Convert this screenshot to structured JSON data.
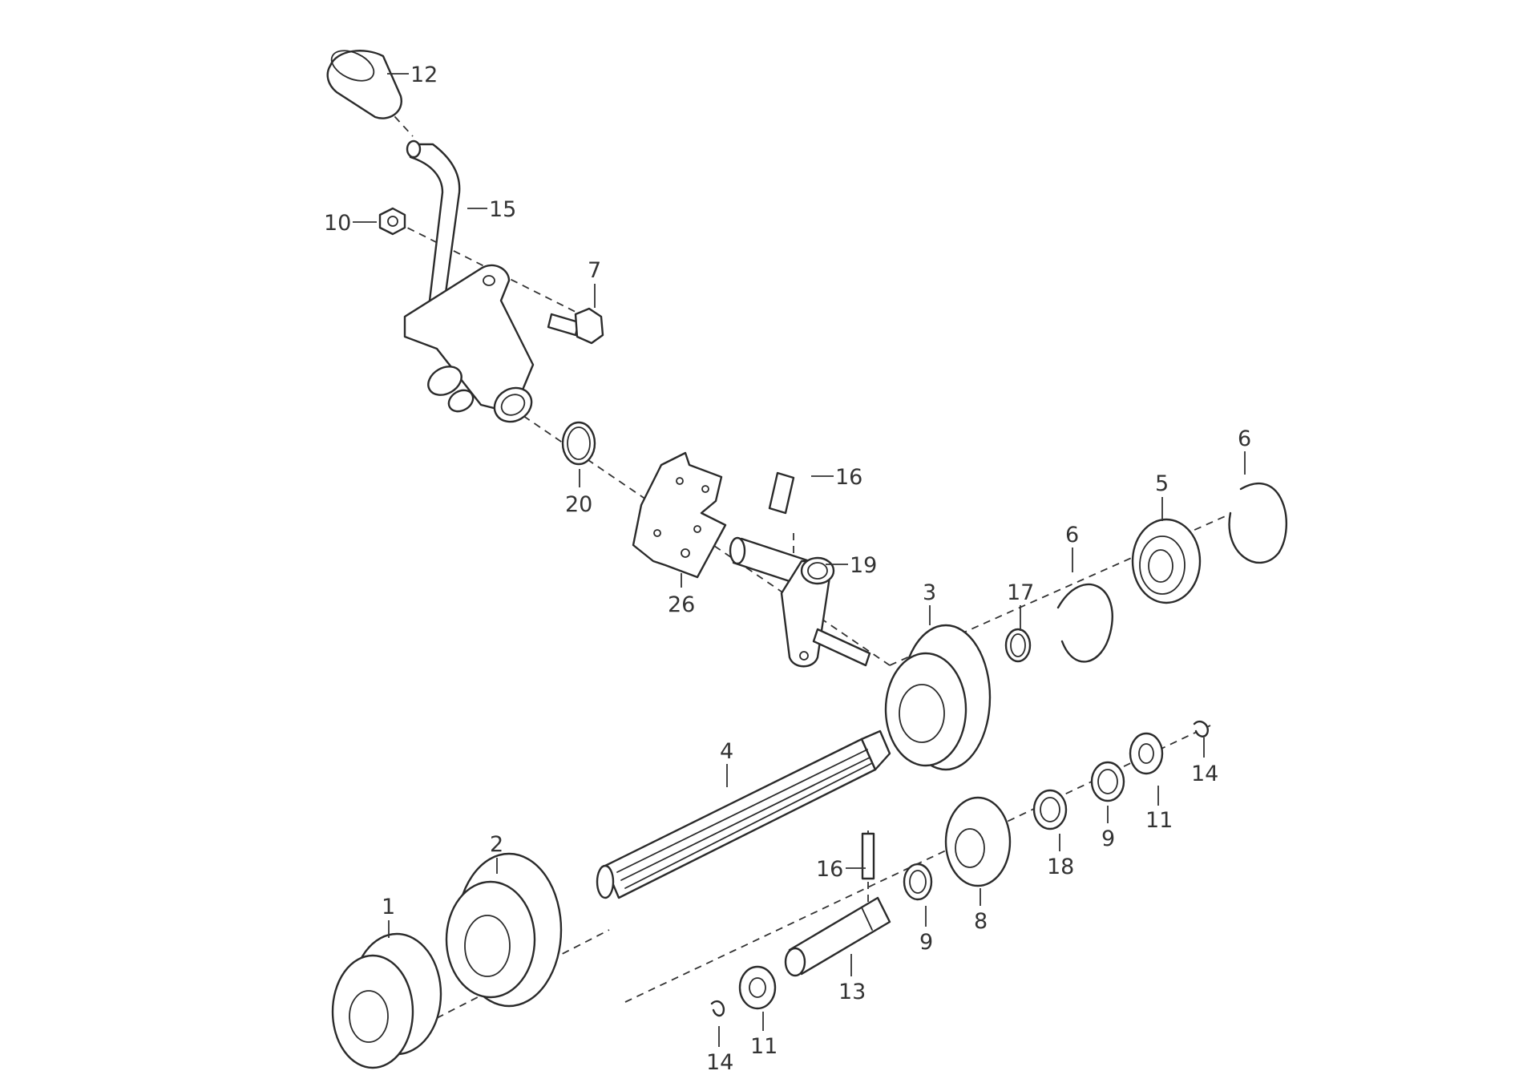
{
  "diagram": {
    "callouts": [
      {
        "id": "c12",
        "label": "12"
      },
      {
        "id": "c15",
        "label": "15"
      },
      {
        "id": "c10",
        "label": "10"
      },
      {
        "id": "c7",
        "label": "7"
      },
      {
        "id": "c20",
        "label": "20"
      },
      {
        "id": "c26",
        "label": "26"
      },
      {
        "id": "c16a",
        "label": "16"
      },
      {
        "id": "c19",
        "label": "19"
      },
      {
        "id": "c3",
        "label": "3"
      },
      {
        "id": "c17",
        "label": "17"
      },
      {
        "id": "c6a",
        "label": "6"
      },
      {
        "id": "c5",
        "label": "5"
      },
      {
        "id": "c6b",
        "label": "6"
      },
      {
        "id": "c4",
        "label": "4"
      },
      {
        "id": "c14a",
        "label": "14"
      },
      {
        "id": "c11a",
        "label": "11"
      },
      {
        "id": "c9a",
        "label": "9"
      },
      {
        "id": "c18",
        "label": "18"
      },
      {
        "id": "c8",
        "label": "8"
      },
      {
        "id": "c9b",
        "label": "9"
      },
      {
        "id": "c16b",
        "label": "16"
      },
      {
        "id": "c13",
        "label": "13"
      },
      {
        "id": "c2",
        "label": "2"
      },
      {
        "id": "c1",
        "label": "1"
      },
      {
        "id": "c11b",
        "label": "11"
      },
      {
        "id": "c14b",
        "label": "14"
      }
    ]
  }
}
